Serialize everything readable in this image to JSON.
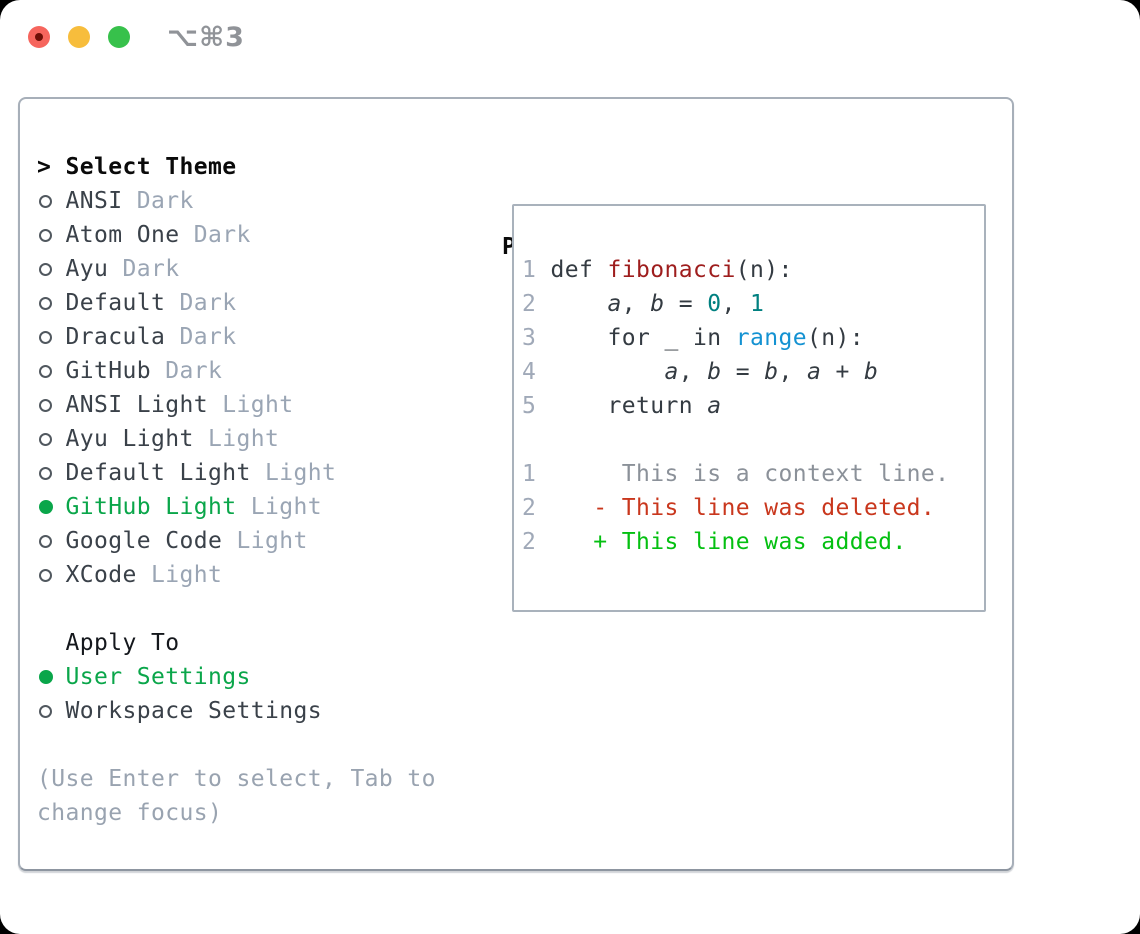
{
  "window": {
    "title": "⌥⌘3"
  },
  "colors": {
    "accent_green": "#0aa64a",
    "added_green": "#04c011",
    "deleted_red": "#c9371d",
    "function_title_red": "#9e1d1d",
    "number_teal": "#008080",
    "builtin_blue": "#1492d2",
    "muted_gray": "#9aa5b4"
  },
  "theme_picker": {
    "prompt": ">",
    "header": "Select Theme",
    "themes": [
      {
        "name": "ANSI",
        "variant": "Dark",
        "selected": false
      },
      {
        "name": "Atom One",
        "variant": "Dark",
        "selected": false
      },
      {
        "name": "Ayu",
        "variant": "Dark",
        "selected": false
      },
      {
        "name": "Default",
        "variant": "Dark",
        "selected": false
      },
      {
        "name": "Dracula",
        "variant": "Dark",
        "selected": false
      },
      {
        "name": "GitHub",
        "variant": "Dark",
        "selected": false
      },
      {
        "name": "ANSI Light",
        "variant": "Light",
        "selected": false
      },
      {
        "name": "Ayu Light",
        "variant": "Light",
        "selected": false
      },
      {
        "name": "Default Light",
        "variant": "Light",
        "selected": false
      },
      {
        "name": "GitHub Light",
        "variant": "Light",
        "selected": true
      },
      {
        "name": "Google Code",
        "variant": "Light",
        "selected": false
      },
      {
        "name": "XCode",
        "variant": "Light",
        "selected": false
      }
    ]
  },
  "apply_to": {
    "header": "Apply To",
    "options": [
      {
        "label": "User Settings",
        "selected": true
      },
      {
        "label": "Workspace Settings",
        "selected": false
      }
    ]
  },
  "hint": {
    "line1": "(Use Enter to select, Tab to",
    "line2": "change focus)"
  },
  "preview": {
    "title": "Preview",
    "code_lines": [
      {
        "no": "1",
        "tokens": [
          {
            "text": "def ",
            "style": "plain"
          },
          {
            "text": "fibonacci",
            "style": "title"
          },
          {
            "text": "(n):",
            "style": "plain"
          }
        ]
      },
      {
        "no": "2",
        "tokens": [
          {
            "text": "    ",
            "style": "plain"
          },
          {
            "text": "a",
            "style": "var"
          },
          {
            "text": ", ",
            "style": "plain"
          },
          {
            "text": "b",
            "style": "var"
          },
          {
            "text": " = ",
            "style": "plain"
          },
          {
            "text": "0",
            "style": "num"
          },
          {
            "text": ", ",
            "style": "plain"
          },
          {
            "text": "1",
            "style": "num"
          }
        ]
      },
      {
        "no": "3",
        "tokens": [
          {
            "text": "    for _ in ",
            "style": "plain"
          },
          {
            "text": "range",
            "style": "built"
          },
          {
            "text": "(n):",
            "style": "plain"
          }
        ]
      },
      {
        "no": "4",
        "tokens": [
          {
            "text": "        ",
            "style": "plain"
          },
          {
            "text": "a",
            "style": "var"
          },
          {
            "text": ", ",
            "style": "plain"
          },
          {
            "text": "b",
            "style": "var"
          },
          {
            "text": " = ",
            "style": "plain"
          },
          {
            "text": "b",
            "style": "var"
          },
          {
            "text": ", ",
            "style": "plain"
          },
          {
            "text": "a",
            "style": "var"
          },
          {
            "text": " + ",
            "style": "plain"
          },
          {
            "text": "b",
            "style": "var"
          }
        ]
      },
      {
        "no": "5",
        "tokens": [
          {
            "text": "    return ",
            "style": "plain"
          },
          {
            "text": "a",
            "style": "var"
          }
        ]
      }
    ],
    "diff_lines": [
      {
        "no": "1",
        "text": "     This is a context line.",
        "kind": "context"
      },
      {
        "no": "2",
        "text": "   - This line was deleted.",
        "kind": "deleted"
      },
      {
        "no": "2",
        "text": "   + This line was added.",
        "kind": "added"
      }
    ]
  }
}
